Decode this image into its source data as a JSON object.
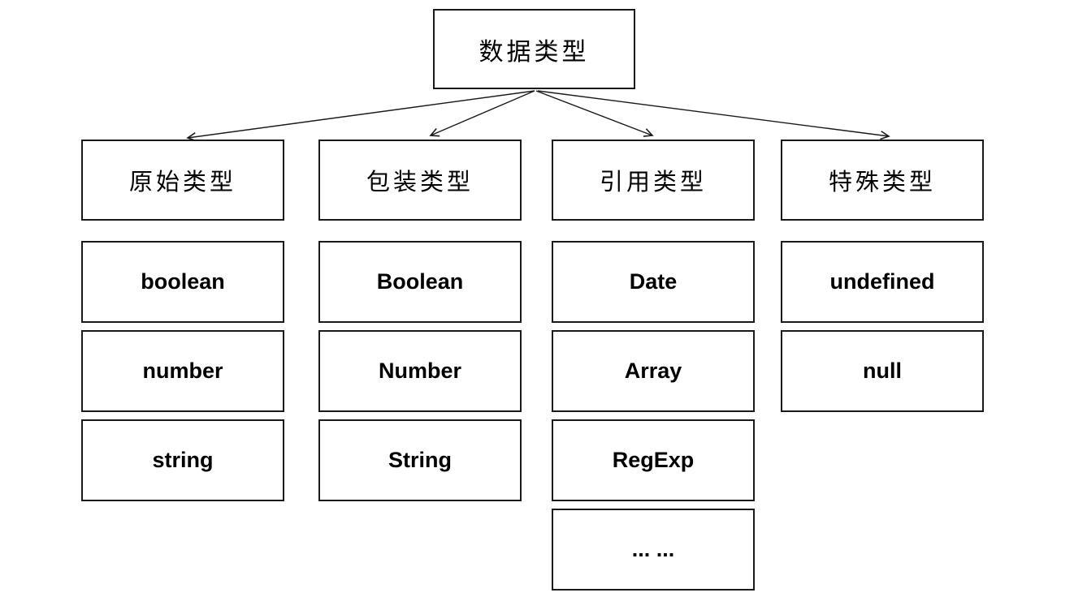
{
  "diagram": {
    "root": {
      "label": "数据类型"
    },
    "columns": [
      {
        "category": "原始类型",
        "items": [
          "boolean",
          "number",
          "string"
        ]
      },
      {
        "category": "包装类型",
        "items": [
          "Boolean",
          "Number",
          "String"
        ]
      },
      {
        "category": "引用类型",
        "items": [
          "Date",
          "Array",
          "RegExp",
          "... ..."
        ]
      },
      {
        "category": "特殊类型",
        "items": [
          "undefined",
          "null"
        ]
      }
    ],
    "colors": {
      "box_border": "#1a1a1a",
      "box_background": "#ffffff",
      "text": "#000000",
      "arrow": "#1a1a1a"
    }
  }
}
